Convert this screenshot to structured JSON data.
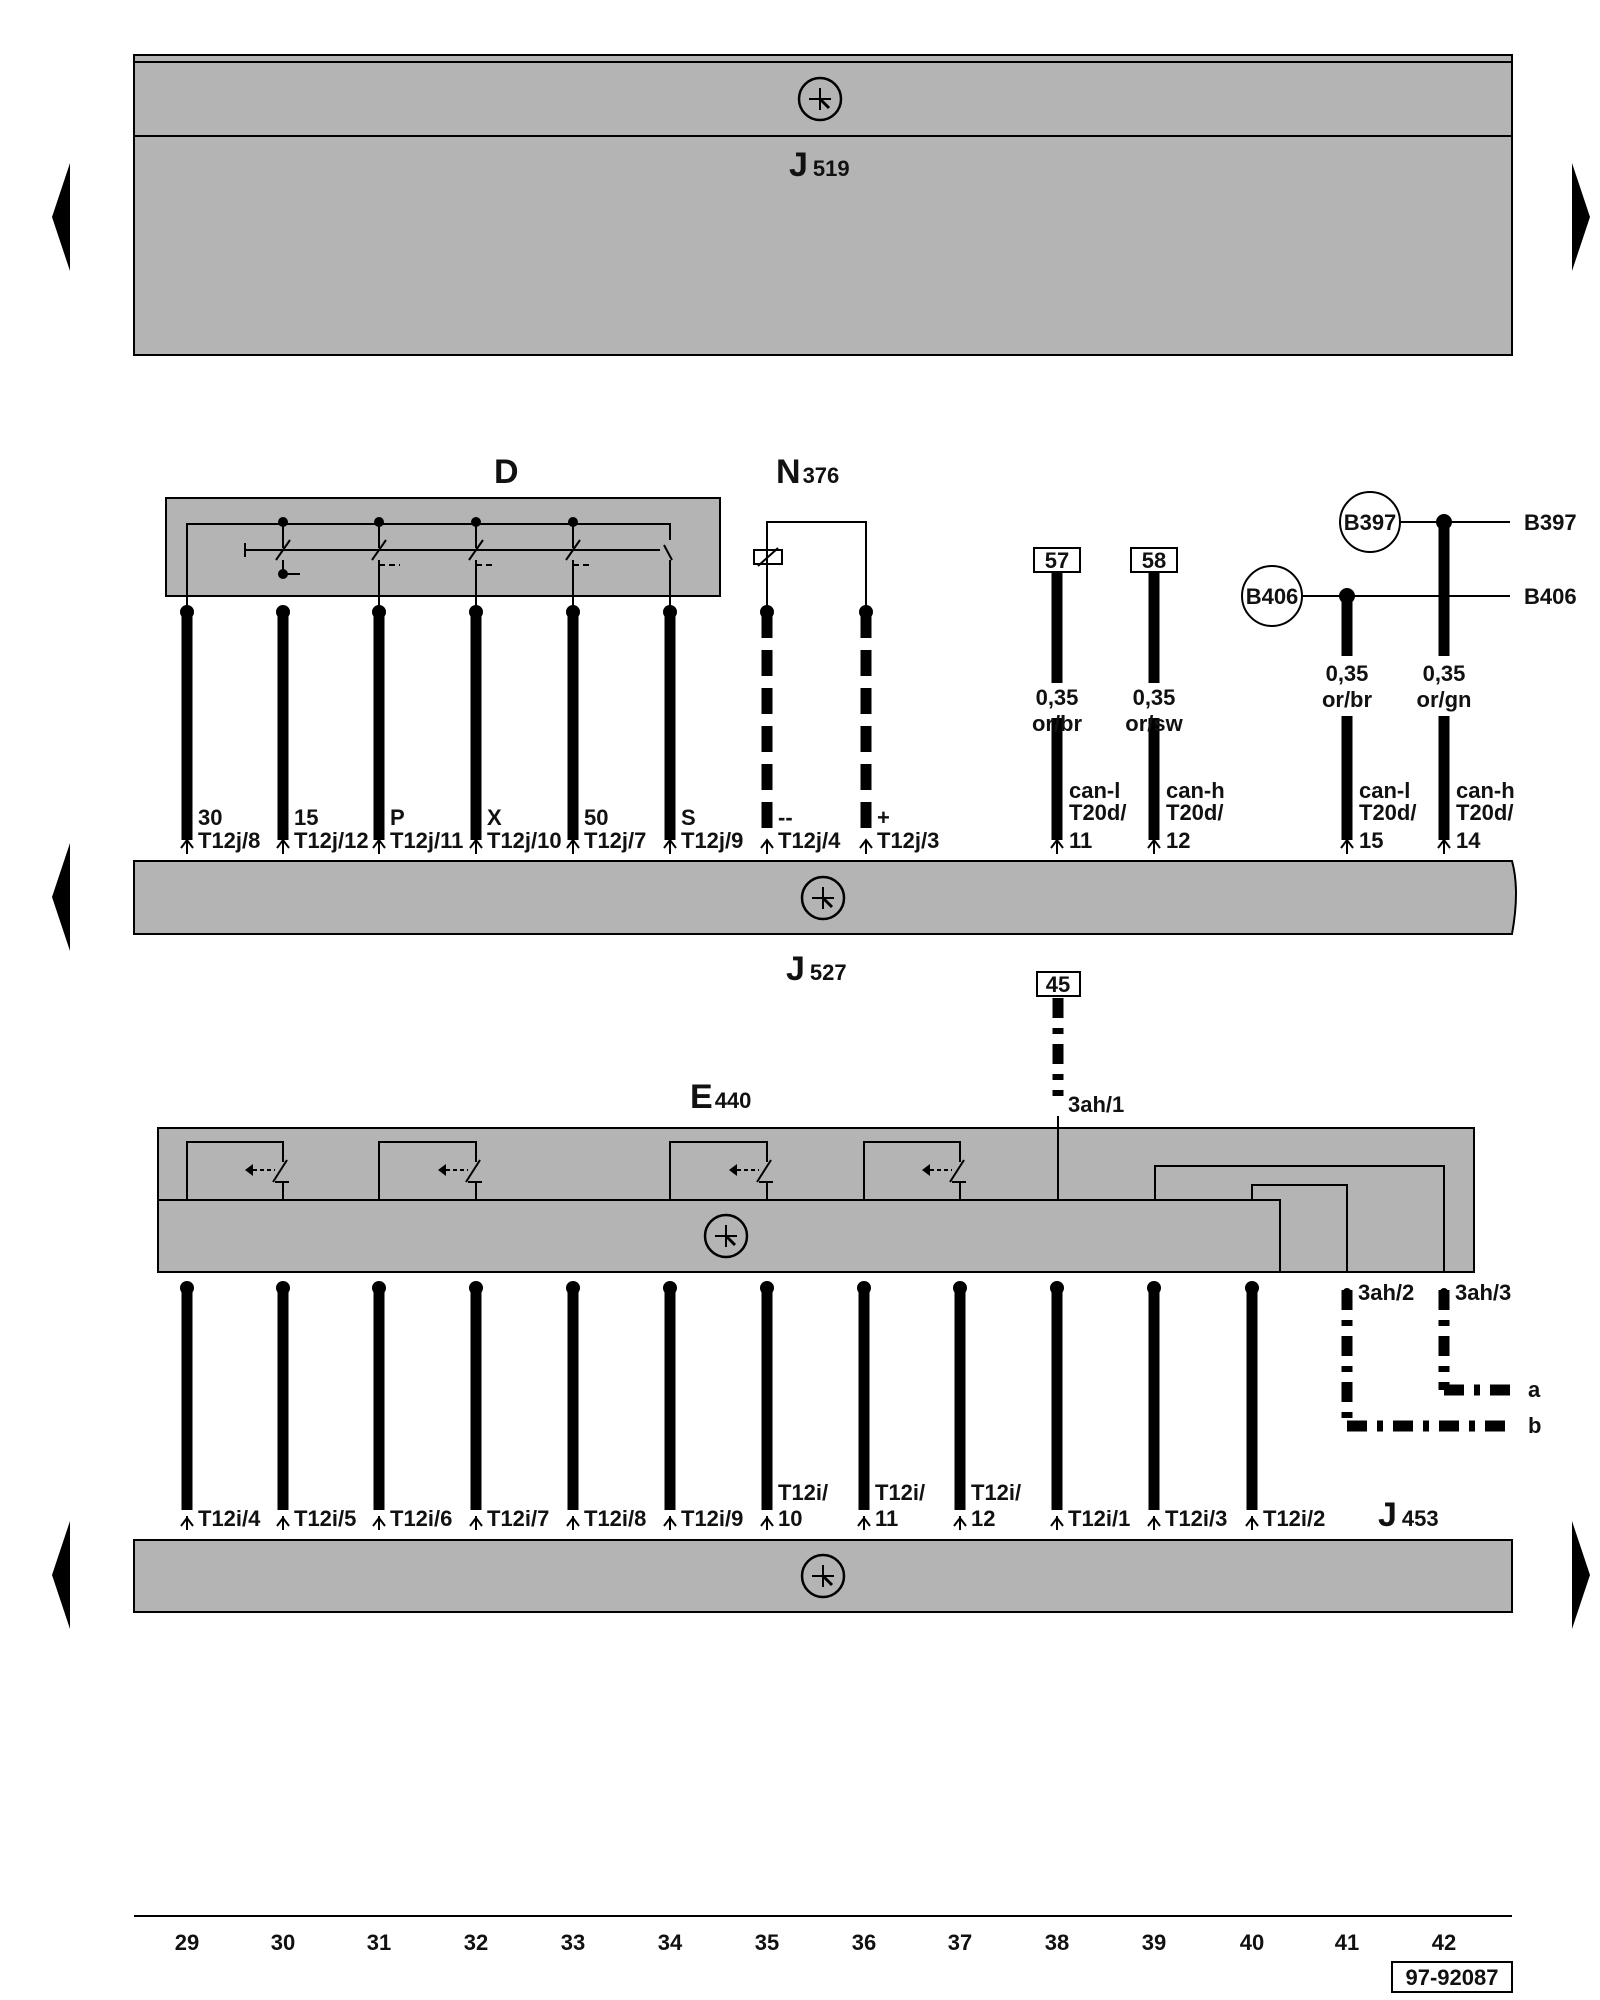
{
  "components": {
    "j519": {
      "letter": "J",
      "sub": "519"
    },
    "d": {
      "letter": "D"
    },
    "n376": {
      "letter": "N",
      "sub": "376"
    },
    "j527": {
      "letter": "J",
      "sub": "527"
    },
    "e440": {
      "letter": "E",
      "sub": "440"
    },
    "j453": {
      "letter": "J",
      "sub": "453"
    }
  },
  "refs": {
    "r57": "57",
    "r58": "58",
    "r45": "45",
    "b397": "B397",
    "b406": "B406",
    "b397_right": "B397",
    "b406_right": "B406",
    "line_a": "a",
    "line_b": "b"
  },
  "d_pins": [
    {
      "term": "30",
      "pin": "T12j/8"
    },
    {
      "term": "15",
      "pin": "T12j/12"
    },
    {
      "term": "P",
      "pin": "T12j/11"
    },
    {
      "term": "X",
      "pin": "T12j/10"
    },
    {
      "term": "50",
      "pin": "T12j/7"
    },
    {
      "term": "S",
      "pin": "T12j/9"
    },
    {
      "term": "--",
      "pin": "T12j/4"
    },
    {
      "term": "+",
      "pin": "T12j/3"
    }
  ],
  "can_wires": [
    {
      "size": "0,35",
      "color": "or/br",
      "signal": "can-l",
      "conn": "T20d/",
      "num": "11"
    },
    {
      "size": "0,35",
      "color": "or/sw",
      "signal": "can-h",
      "conn": "T20d/",
      "num": "12"
    },
    {
      "size": "0,35",
      "color": "or/br",
      "signal": "can-l",
      "conn": "T20d/",
      "num": "15"
    },
    {
      "size": "0,35",
      "color": "or/gn",
      "signal": "can-h",
      "conn": "T20d/",
      "num": "14"
    }
  ],
  "e440_pins": [
    "T12i/4",
    "T12i/5",
    "T12i/6",
    "T12i/7",
    "T12i/8",
    "T12i/9",
    "T12i/",
    "T12i/",
    "T12i/",
    "T12i/1",
    "T12i/3",
    "T12i/2"
  ],
  "e440_pin_nums": [
    "10",
    "11",
    "12"
  ],
  "aux_pins": {
    "p1": "3ah/1",
    "p2": "3ah/2",
    "p3": "3ah/3"
  },
  "grid_numbers": [
    "29",
    "30",
    "31",
    "32",
    "33",
    "34",
    "35",
    "36",
    "37",
    "38",
    "39",
    "40",
    "41",
    "42"
  ],
  "doc_number": "97-92087"
}
